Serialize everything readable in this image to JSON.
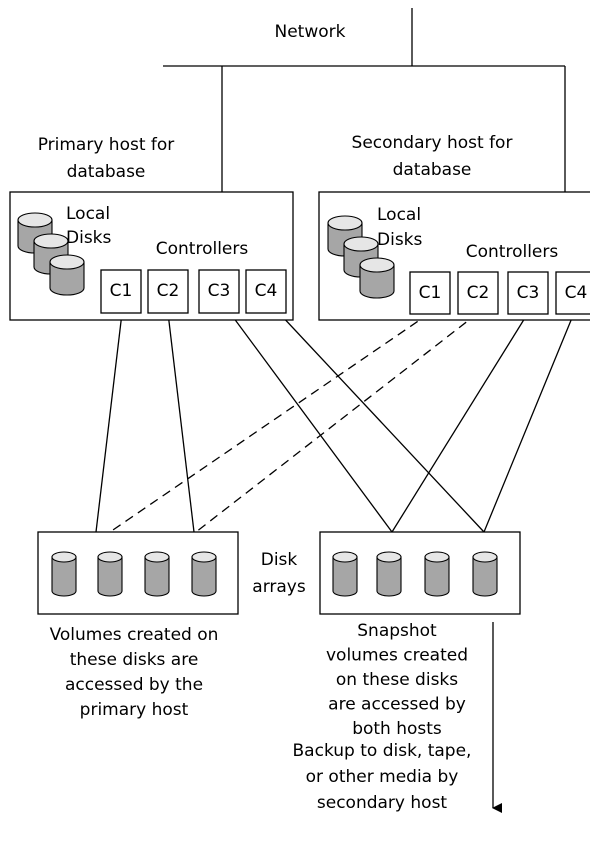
{
  "network": {
    "label": "Network"
  },
  "primary_host": {
    "label_line1": "Primary host for",
    "label_line2": "database",
    "local_disks_line1": "Local",
    "local_disks_line2": "Disks",
    "controllers_label": "Controllers",
    "controllers": [
      "C1",
      "C2",
      "C3",
      "C4"
    ]
  },
  "secondary_host": {
    "label_line1": "Secondary host for",
    "label_line2": "database",
    "local_disks_line1": "Local",
    "local_disks_line2": "Disks",
    "controllers_label": "Controllers",
    "controllers": [
      "C1",
      "C2",
      "C3",
      "C4"
    ]
  },
  "disk_arrays": {
    "label_line1": "Disk",
    "label_line2": "arrays"
  },
  "left_array_caption": [
    "Volumes created on",
    "these disks are",
    "accessed by the",
    "primary host"
  ],
  "right_array_caption": [
    "Snapshot",
    "volumes created",
    "on these disks",
    "are accessed by",
    "both hosts"
  ],
  "backup_caption": [
    "Backup to disk, tape,",
    "or other media by",
    "secondary host"
  ],
  "colors": {
    "disk_top": "#e6e6e6",
    "disk_body": "#a6a6a6",
    "line": "#000000"
  }
}
